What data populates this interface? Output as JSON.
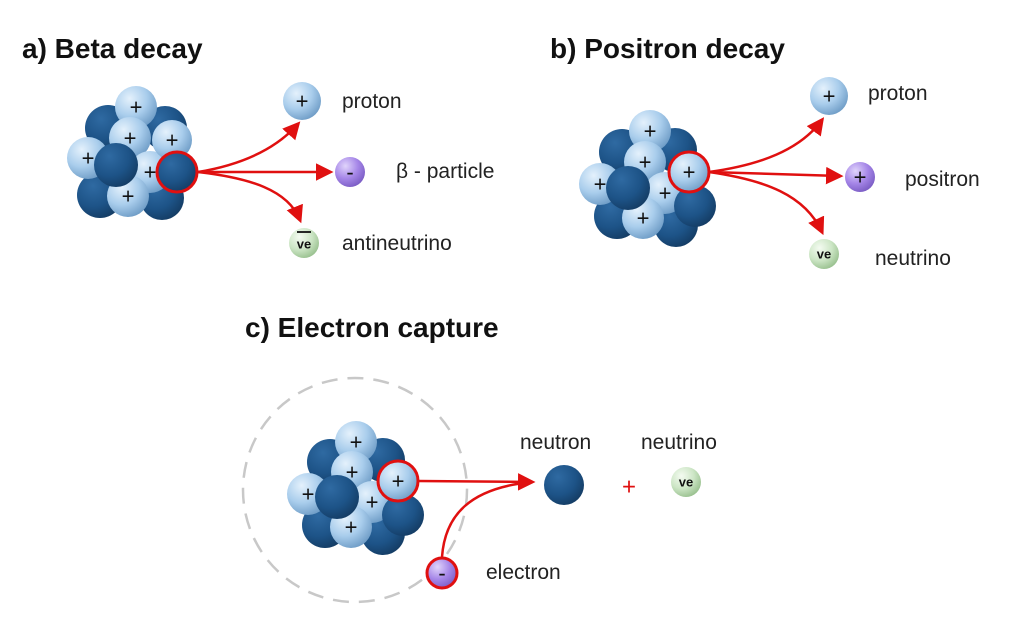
{
  "panels": {
    "beta": {
      "title": "a) Beta decay",
      "proton_label": "proton",
      "particle_label": "β - particle",
      "neutrino_label": "antineutrino"
    },
    "positron": {
      "title": "b) Positron decay",
      "proton_label": "proton",
      "particle_label": "positron",
      "neutrino_label": "neutrino"
    },
    "capture": {
      "title": "c) Electron capture",
      "neutron_label": "neutron",
      "neutrino_label": "neutrino",
      "electron_label": "electron",
      "plus_sign": "+"
    }
  },
  "symbols": {
    "plus": "+",
    "minus": "-",
    "neutrino": "ve"
  },
  "colors": {
    "proton": "#a9cdec",
    "neutron": "#1d5387",
    "highlight_ring": "#e01010",
    "arrow": "#e01010",
    "beta_particle": "#a687e8",
    "neutrino": "#cde6c6",
    "dashed_orbit": "#c8c8c8"
  }
}
